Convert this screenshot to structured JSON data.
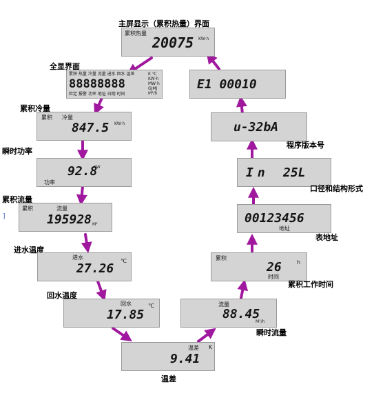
{
  "colors": {
    "arrow": "#a0189e",
    "panel": "#d4d4d4",
    "text": "#141414"
  },
  "screens": {
    "main": {
      "caption": "主屏显示（累积热量）界面",
      "label": "累积热量",
      "value": "20075",
      "unit": "KW·h"
    },
    "full": {
      "caption": "全显界面",
      "digits": "88888888",
      "top_labels": "累积  热量  冷量  流量  进水  回水  温差",
      "units_1": "K  ℃",
      "units_2": "KW·h",
      "units_3": "MW·h",
      "units_4": "GJMJ",
      "units_5": "M³/h",
      "bottom_labels": "检定  报警  功率  地址  日期  时间"
    },
    "cold": {
      "caption": "累积冷量",
      "label_a": "累积",
      "label_b": "冷量",
      "value": "847.5",
      "unit": "KW·h"
    },
    "power": {
      "caption": "瞬时功率",
      "value": "92.8",
      "unit": "KW",
      "label": "功率"
    },
    "flowtotal": {
      "caption": "累积流量",
      "label_a": "累积",
      "label_b": "流量",
      "value": "195928",
      "unit": "M³"
    },
    "inlet": {
      "caption": "进水温度",
      "label": "进水",
      "value": "27.26",
      "unit": "℃"
    },
    "return": {
      "caption": "回水温度",
      "label": "回水",
      "value": "17.85",
      "unit": "℃"
    },
    "diff": {
      "caption": "温差",
      "label": "温差",
      "unit": "K",
      "value": "9.41"
    },
    "flow": {
      "caption": "瞬时流量",
      "label": "流量",
      "value": "88.45",
      "unit": "M³/h"
    },
    "worktime": {
      "caption": "累积工作时间",
      "label_a": "累积",
      "value": "26",
      "unit": "h",
      "label_b": "时间"
    },
    "address": {
      "caption": "表地址",
      "value": "00123456",
      "label": "地址"
    },
    "caliber": {
      "caption": "口径和结构形式",
      "value_a": "In",
      "value_b": "25L"
    },
    "version": {
      "caption": "程序版本号",
      "value": "u-32bA"
    },
    "error": {
      "value": "E1 00010"
    }
  },
  "stray_mark": "]"
}
